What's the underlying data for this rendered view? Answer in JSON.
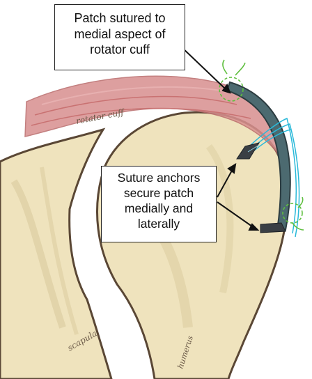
{
  "callouts": {
    "patch_sutured": [
      "Patch sutured to",
      "medial aspect of",
      "rotator cuff"
    ],
    "suture_anchors": [
      "Suture anchors",
      "secure patch",
      "medially and",
      "laterally"
    ]
  },
  "labels": {
    "rotator_cuff": "rotator cuff",
    "scapula": "scapula",
    "humerus": "humerus"
  },
  "colors": {
    "bone": "#efe3bd",
    "bone_shadow": "#d9c99c",
    "bone_outline": "#5a4735",
    "muscle": "#d88f8f",
    "patch": "#4c6a70",
    "suture_green": "#5fbf3f",
    "suture_cyan": "#2ab9d9",
    "anchor": "#3a3f44"
  }
}
